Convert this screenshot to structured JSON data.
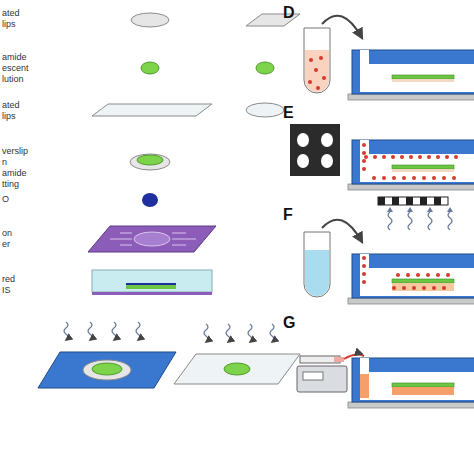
{
  "diagram": {
    "labels": [
      "ated lips",
      "amide escent lution",
      "ated lips",
      "verslip n amide tting",
      "O",
      "on er",
      "red IS",
      "D",
      "E",
      "F",
      "G"
    ]
  }
}
